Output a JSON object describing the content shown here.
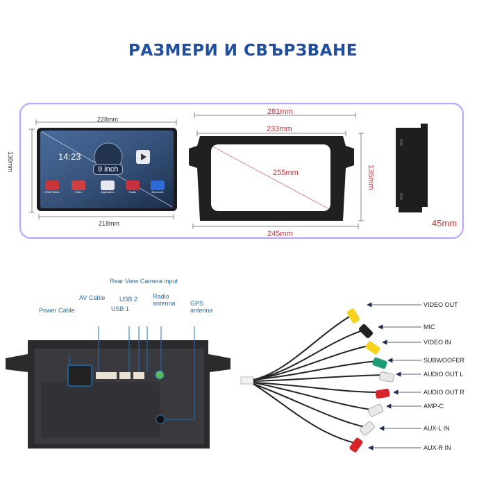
{
  "title": "РАЗМЕРИ И СВЪРЗВАНЕ",
  "dimensions": {
    "screen_width": "228mm",
    "screen_height": "130mm",
    "screen_bottom": "218mm",
    "frame_outer_width": "281mm",
    "frame_inner_width": "233mm",
    "frame_diagonal": "255mm",
    "frame_height": "135mm",
    "frame_bottom": "245mm",
    "depth": "45mm"
  },
  "screen": {
    "time": "14:23",
    "size_label": "9 inch",
    "apps": [
      "HDMI Mode",
      "Video",
      "Application",
      "Radio",
      "Bluetooth"
    ]
  },
  "back_panel_labels": {
    "rear_camera": "Rear View Camera input",
    "av_cable": "AV Cable",
    "usb2": "USB 2",
    "usb1": "USB 1",
    "radio_antenna": "Radio antenna",
    "gps_antenna": "GPS antenna",
    "power_cable": "Power Cable"
  },
  "rca_labels": [
    "VIDEO OUT",
    "MIC",
    "VIDEO IN",
    "SUBWOOFER",
    "AUDIO OUT L",
    "AUDIO OUT R",
    "AMP-C",
    "AUX-L IN",
    "AUX-R IN"
  ],
  "colors": {
    "title": "#1f4ea0",
    "label_blue": "#1d6fb8",
    "dim_red": "#c8343b",
    "panel_border": "#b9a7ff"
  }
}
